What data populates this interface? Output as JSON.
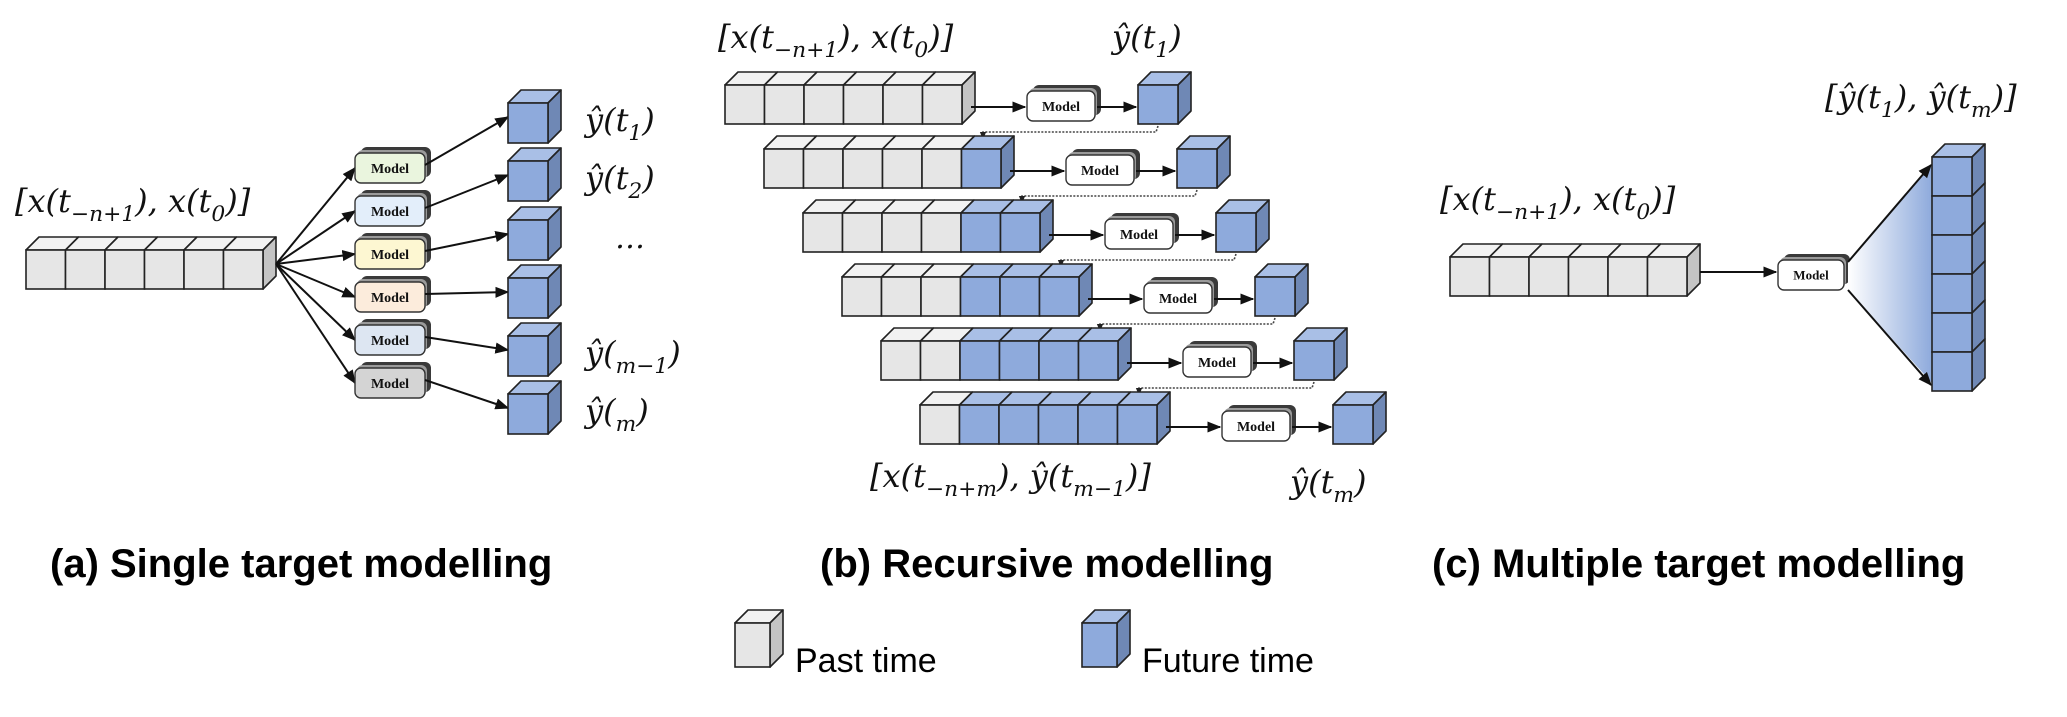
{
  "figure": {
    "colors": {
      "past_front": "#e6e6e6",
      "past_top": "#f2f2f2",
      "past_side": "#c4c4c4",
      "future_front": "#8eaadc",
      "future_top": "#a9bfe6",
      "future_side": "#6f88b5",
      "stroke": "#222222",
      "model_fill_default": "#ffffff",
      "model_shadow": "#3a3a3a"
    },
    "model_label": "Model",
    "panels": {
      "a": {
        "caption": "(a) Single target modelling",
        "input_label": "[x(t₀₋ₙ₊₁), x(t₀)]",
        "input_label_main": "[x(t",
        "input_label_sub1": "−n+1",
        "input_label_mid": "), x(t",
        "input_label_sub2": "0",
        "input_label_end": ")]",
        "input_cells": 6,
        "model_colors": [
          "#eaf5de",
          "#e3eefa",
          "#fdf7d2",
          "#fcecdc",
          "#dde6f2",
          "#d4d4d4"
        ],
        "outputs": [
          {
            "main": "ŷ(t",
            "sub": "1",
            "end": ")"
          },
          {
            "main": "ŷ(t",
            "sub": "2",
            "end": ")"
          },
          {
            "main": "…",
            "sub": "",
            "end": ""
          },
          {
            "main": "",
            "sub": "",
            "end": ""
          },
          {
            "main": "ŷ(",
            "sub": "m−1",
            "end": ")"
          },
          {
            "main": "ŷ(",
            "sub": "m",
            "end": ")"
          }
        ]
      },
      "b": {
        "caption": "(b) Recursive modelling",
        "top_input_label": {
          "main": "[x(t",
          "sub1": "−n+1",
          "mid": "), x(t",
          "sub2": "0",
          "end": ")]"
        },
        "top_output_label": {
          "main": "ŷ(t",
          "sub": "1",
          "end": ")"
        },
        "bottom_input_label": {
          "main": "[x(t",
          "sub1": "−n+m",
          "mid": "), ŷ(t",
          "sub2": "m−1",
          "end": ")]"
        },
        "bottom_output_label": {
          "main": "ŷ(t",
          "sub": "m",
          "end": ")"
        },
        "rows": [
          {
            "past": 6,
            "future": 0
          },
          {
            "past": 5,
            "future": 1
          },
          {
            "past": 4,
            "future": 2
          },
          {
            "past": 3,
            "future": 3
          },
          {
            "past": 2,
            "future": 4
          },
          {
            "past": 1,
            "future": 5
          }
        ]
      },
      "c": {
        "caption": "(c) Multiple target modelling",
        "input_label": {
          "main": "[x(t",
          "sub1": "−n+1",
          "mid": "), x(t",
          "sub2": "0",
          "end": ")]"
        },
        "output_label": {
          "main": "[ŷ(t",
          "sub1": "1",
          "mid": "), ŷ(t",
          "sub2": "m",
          "end": ")]"
        },
        "input_cells": 6,
        "output_cells": 6
      }
    },
    "legend": [
      {
        "label": "Past time",
        "kind": "past"
      },
      {
        "label": "Future time",
        "kind": "future"
      }
    ]
  }
}
